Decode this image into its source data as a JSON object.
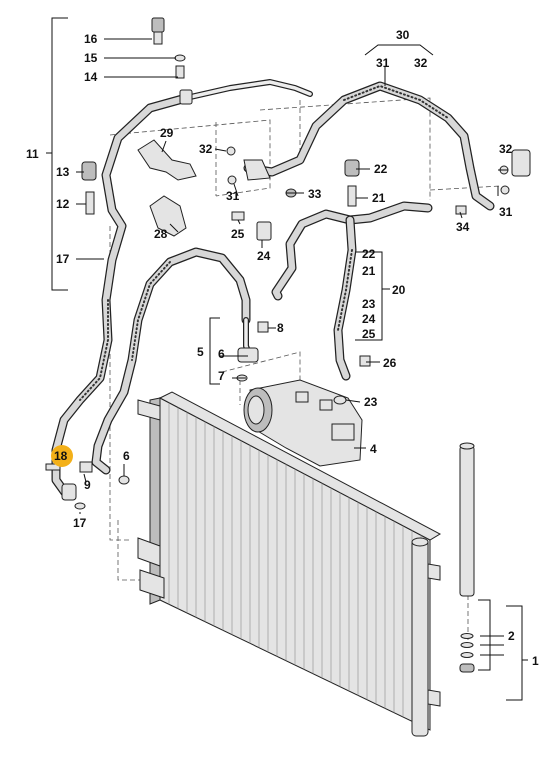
{
  "callouts": [
    {
      "id": "c16",
      "text": "16"
    },
    {
      "id": "c15",
      "text": "15"
    },
    {
      "id": "c14",
      "text": "14"
    },
    {
      "id": "c11",
      "text": "11"
    },
    {
      "id": "c13",
      "text": "13"
    },
    {
      "id": "c12",
      "text": "12"
    },
    {
      "id": "c17a",
      "text": "17"
    },
    {
      "id": "c29",
      "text": "29"
    },
    {
      "id": "c28",
      "text": "28"
    },
    {
      "id": "c32a",
      "text": "32"
    },
    {
      "id": "c31a",
      "text": "31"
    },
    {
      "id": "c33",
      "text": "33"
    },
    {
      "id": "c25",
      "text": "25"
    },
    {
      "id": "c24",
      "text": "24"
    },
    {
      "id": "c30",
      "text": "30"
    },
    {
      "id": "c31t",
      "text": "31"
    },
    {
      "id": "c32t",
      "text": "32"
    },
    {
      "id": "c22a",
      "text": "22"
    },
    {
      "id": "c21a",
      "text": "21"
    },
    {
      "id": "c32b",
      "text": "32"
    },
    {
      "id": "c31b",
      "text": "31"
    },
    {
      "id": "c34",
      "text": "34"
    },
    {
      "id": "c22b",
      "text": "22"
    },
    {
      "id": "c21b",
      "text": "21"
    },
    {
      "id": "c20",
      "text": "20"
    },
    {
      "id": "c23a",
      "text": "23"
    },
    {
      "id": "c24b",
      "text": "24"
    },
    {
      "id": "c25b",
      "text": "25"
    },
    {
      "id": "c8",
      "text": "8"
    },
    {
      "id": "c5",
      "text": "5"
    },
    {
      "id": "c6a",
      "text": "6"
    },
    {
      "id": "c7",
      "text": "7"
    },
    {
      "id": "c26",
      "text": "26"
    },
    {
      "id": "c23b",
      "text": "23"
    },
    {
      "id": "c4",
      "text": "4"
    },
    {
      "id": "c18",
      "text": "18"
    },
    {
      "id": "c9",
      "text": "9"
    },
    {
      "id": "c6b",
      "text": "6"
    },
    {
      "id": "c17b",
      "text": "17"
    },
    {
      "id": "c2",
      "text": "2"
    },
    {
      "id": "c1",
      "text": "1"
    }
  ],
  "highlight": {
    "callout": "18",
    "color": "#f3b019"
  },
  "colors": {
    "line": "#111111",
    "part_fill": "#e4e4e4",
    "hose_fill": "#d8d8d8"
  }
}
